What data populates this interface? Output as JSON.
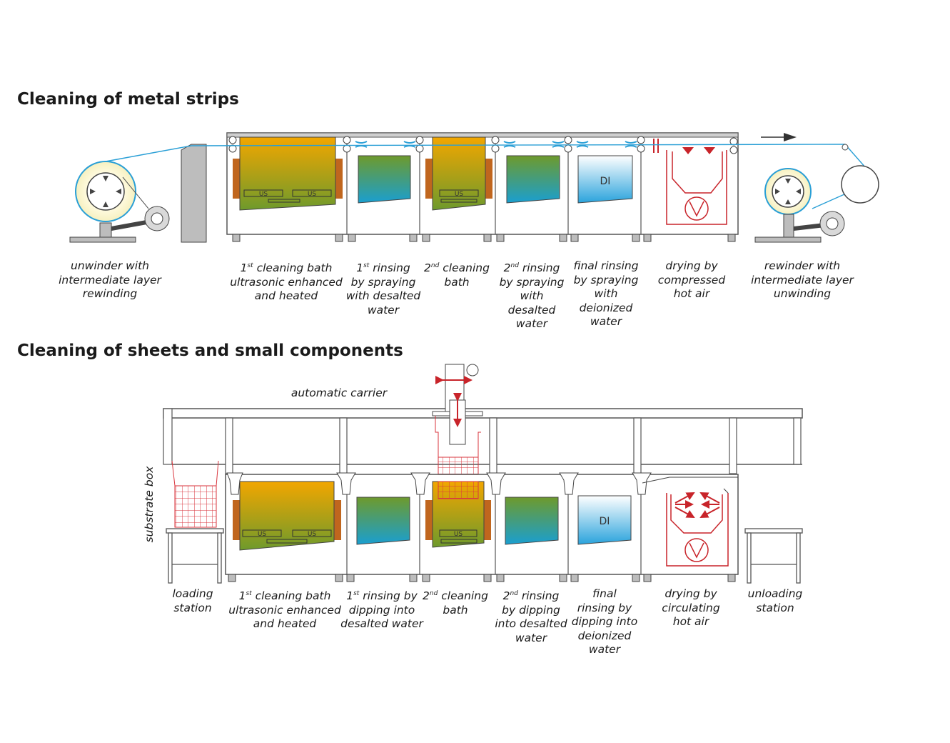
{
  "sections": {
    "strips_title": "Cleaning of metal strips",
    "sheets_title": "Cleaning of sheets and small components"
  },
  "strip_labels": [
    {
      "lines": [
        "unwinder with",
        "intermediate layer",
        "rewinding"
      ]
    },
    {
      "ord": "1",
      "sup": "st",
      "lines": [
        " cleaning bath",
        "ultrasonic enhanced",
        "and heated"
      ]
    },
    {
      "ord": "1",
      "sup": "st",
      "lines": [
        " rinsing",
        "by spraying",
        "with desalted",
        "water"
      ]
    },
    {
      "ord": "2",
      "sup": "nd",
      "lines": [
        " cleaning",
        "bath"
      ]
    },
    {
      "ord": "2",
      "sup": "nd",
      "lines": [
        " rinsing",
        "by spraying",
        "with",
        "desalted",
        "water"
      ]
    },
    {
      "lines": [
        "final rinsing",
        "by spraying",
        "with",
        "deionized",
        "water"
      ]
    },
    {
      "lines": [
        "drying by",
        "compressed",
        "hot air"
      ]
    },
    {
      "lines": [
        "rewinder with",
        "intermediate layer",
        "unwinding"
      ]
    }
  ],
  "sheet_labels": [
    {
      "lines": [
        "loading",
        "station"
      ]
    },
    {
      "ord": "1",
      "sup": "st",
      "lines": [
        " cleaning bath",
        "ultrasonic enhanced",
        "and heated"
      ]
    },
    {
      "ord": "1",
      "sup": "st",
      "lines": [
        " rinsing by",
        "dipping into",
        "desalted water"
      ]
    },
    {
      "ord": "2",
      "sup": "nd",
      "lines": [
        " cleaning",
        "bath"
      ]
    },
    {
      "ord": "2",
      "sup": "nd",
      "lines": [
        " rinsing",
        "by dipping",
        "into desalted",
        "water"
      ]
    },
    {
      "lines": [
        "final",
        "rinsing by",
        "dipping into",
        "deionized",
        "water"
      ]
    },
    {
      "lines": [
        "drying by",
        "circulating",
        "hot air"
      ]
    },
    {
      "lines": [
        "unloading",
        "station"
      ]
    }
  ],
  "diagram_text": {
    "us": "US",
    "di": "DI",
    "automatic_carrier": "automatic carrier",
    "substrate_box": "substrate box"
  },
  "colors": {
    "bath_top": "#f2a600",
    "bath_bottom": "#6e9a2c",
    "rinse_top": "#6e9a2c",
    "rinse_bottom": "#1a9fd0",
    "di_top": "#ffffff",
    "di_bottom": "#2aa3dc",
    "heater": "#c0661e",
    "strip_line": "#2a9fd6",
    "air_red": "#c8242a",
    "frame": "#555555"
  }
}
